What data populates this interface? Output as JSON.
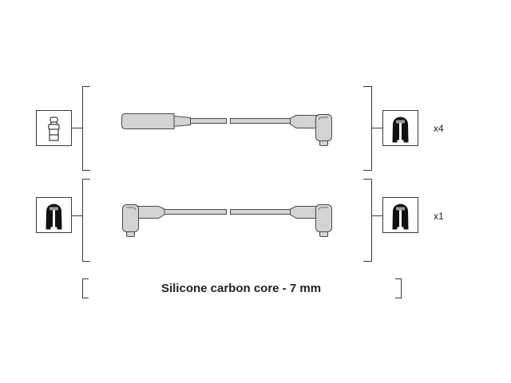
{
  "sets": [
    {
      "quantity_label": "x4",
      "left_connector_icon": "straight-plug-connector-icon",
      "right_connector_icon": "angled-boot-connector-icon"
    },
    {
      "quantity_label": "x1",
      "left_connector_icon": "angled-boot-connector-icon",
      "right_connector_icon": "angled-boot-connector-icon"
    }
  ],
  "caption": "Silicone carbon core - 7 mm",
  "colors": {
    "line": "#3c3c3c",
    "cable_fill": "#d3d3d3",
    "cable_outline": "#4a4a4a",
    "icon": "#111111",
    "background": "#ffffff"
  }
}
